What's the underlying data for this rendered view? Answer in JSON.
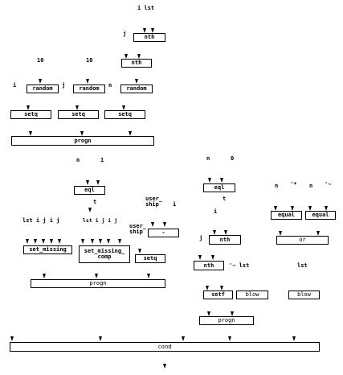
{
  "nodes": {
    "nth_top": "nth",
    "nth_mid": "nth",
    "random_1": "random",
    "random_2": "random",
    "random_3": "random",
    "setq_1": "setq",
    "setq_2": "setq",
    "setq_3": "setq",
    "progn_top": "progn",
    "eql_left": "eql",
    "set_missing": "set_missing",
    "set_missing_comp": "set_missing_\ncomp",
    "minus": "-",
    "setq_right": "setq",
    "progn_left": "progn",
    "eql_right": "eql",
    "nth_right": "nth",
    "nth_right2": "nth",
    "setf": "setf",
    "blow_1": "blow",
    "progn_right": "progn",
    "equal_1": "equal",
    "equal_2": "equal",
    "or": "or",
    "blow_2": "blow",
    "cond": "cond"
  },
  "labels": {
    "i_lst": "i  lst",
    "j_top": "j",
    "ten_1": "10",
    "ten_2": "10",
    "i_random": "i",
    "j_random": "j",
    "n_random": "n",
    "n_left": "n",
    "one_left": "1",
    "t_left": "t",
    "args_set_missing": "lst i  j  i  j",
    "args_set_missing_comp": "lst i  j  i  j",
    "user_ship_1": "user_\nship",
    "i_user": "i",
    "user_ship_2": "user_\nship",
    "n_right": "n",
    "zero_right": "0",
    "t_right": "t",
    "i_right": "i",
    "j_right": "j",
    "tilde_lst": "'~   lst",
    "n_equal_1": "n",
    "star_quote": "'*",
    "n_equal_2": "n",
    "tilde_quote": "'~",
    "lst_right": "lst"
  }
}
